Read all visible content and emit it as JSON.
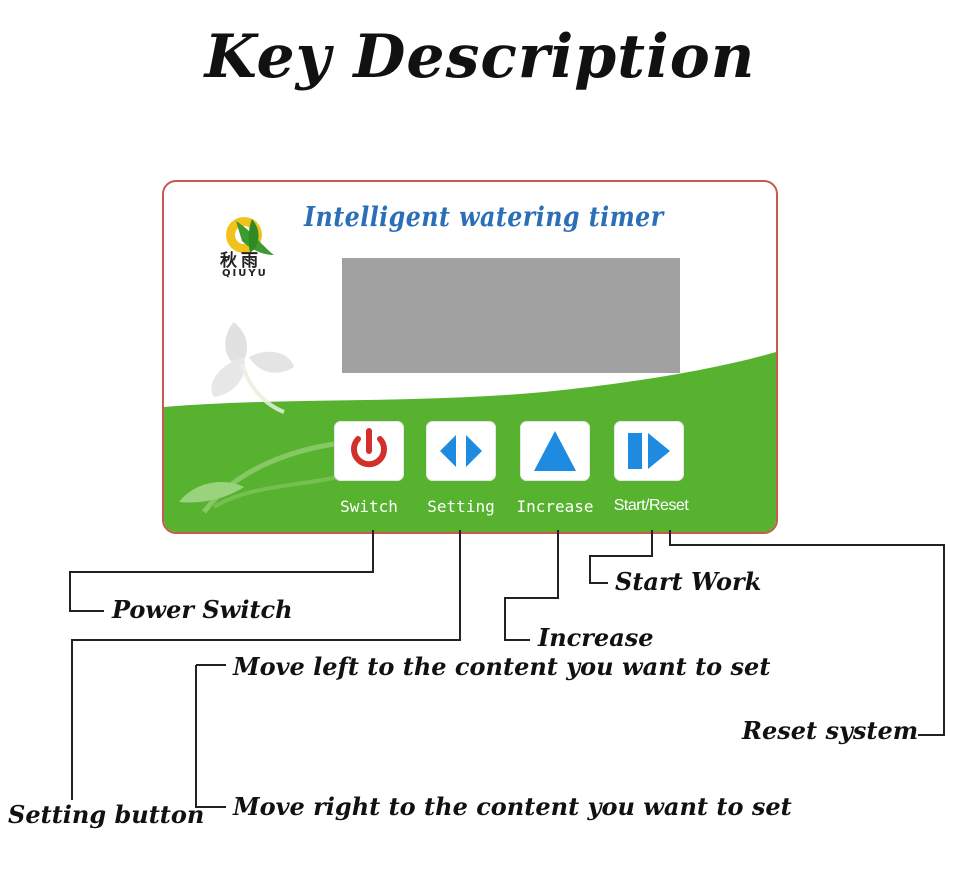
{
  "title": "Key Description",
  "panel": {
    "brand_cn": "秋雨",
    "brand_en": "QIUYU",
    "title": "Intelligent watering timer",
    "buttons": [
      {
        "label": "Switch",
        "icon": "power-icon"
      },
      {
        "label": "Setting",
        "icon": "left-right-arrows-icon"
      },
      {
        "label": "Increase",
        "icon": "up-triangle-icon"
      },
      {
        "label": "Start/Reset",
        "icon": "play-icon"
      }
    ]
  },
  "annotations": {
    "power_switch": "Power Switch",
    "start_work": "Start Work",
    "increase": "Increase",
    "move_left": "Move left to the content you want to set",
    "reset_system": "Reset system",
    "setting_button": "Setting button",
    "move_right": "Move right to the content you want to set"
  },
  "colors": {
    "panel_border": "#c9584f",
    "green": "#57b230",
    "title_blue": "#2a6fb8",
    "icon_blue": "#1e8be0",
    "power_red": "#d2302a",
    "lcd": "#a1a1a1"
  }
}
